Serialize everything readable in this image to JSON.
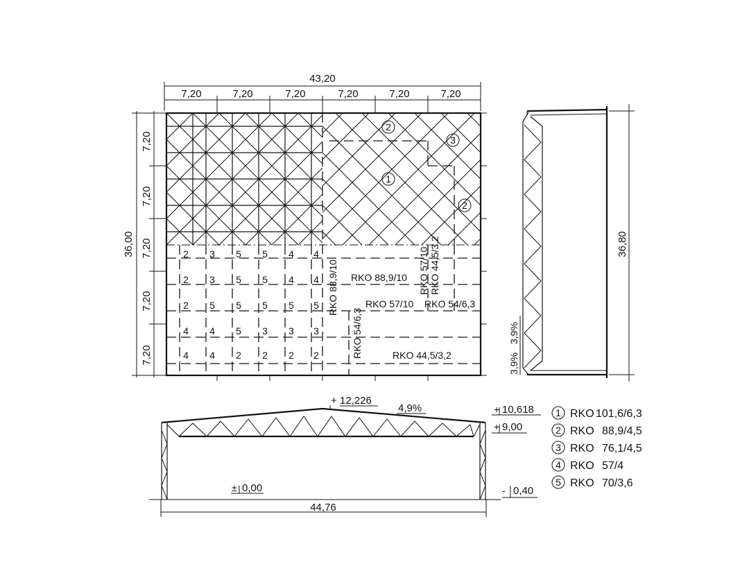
{
  "plan": {
    "top_total": "43,20",
    "top_bays": [
      "7,20",
      "7,20",
      "7,20",
      "7,20",
      "7,20",
      "7,20"
    ],
    "left_total": "36,00",
    "left_bays": [
      "7,20",
      "7,20",
      "7,20",
      "7,20",
      "7,20"
    ],
    "callouts": [
      "2",
      "3",
      "1",
      "2"
    ],
    "member_numbers": [
      [
        "2",
        "3",
        "5",
        "5",
        "4",
        "4"
      ],
      [
        "2",
        "3",
        "5",
        "5",
        "4",
        "4"
      ],
      [
        "2",
        "5",
        "5",
        "5",
        "5",
        "5"
      ],
      [
        "4",
        "4",
        "5",
        "3",
        "3",
        "3"
      ],
      [
        "4",
        "4",
        "2",
        "2",
        "2",
        "2"
      ]
    ],
    "labels": {
      "rko_88_9_10_vert": "RKO 88,9/10",
      "rko_88_9_10": "RKO 88,9/10",
      "rko_57_10_vert": "RKO 57/10",
      "rko_44_5_3_2_vert": "RKO 44,5/3,2",
      "rko_57_10": "RKO 57/10",
      "rko_54_6_3": "RKO 54/6,3",
      "rko_54_6_3_vert": "RKO 54/6,3",
      "rko_44_5_3_2": "RKO 44,5/3,2"
    }
  },
  "side": {
    "height": "36,80",
    "slope_upper": "3,9%",
    "slope_lower": "3,9%"
  },
  "section": {
    "ridge_level": "12,226",
    "ridge_sign": "+",
    "slope": "4,9%",
    "eaves_upper": "10,618",
    "eaves_upper_sign": "+",
    "eaves_lower": "9,00",
    "eaves_lower_sign": "+",
    "floor_level": "0,00",
    "floor_sign": "±",
    "foundation_level": "0,40",
    "foundation_sign": "-",
    "span": "44,76"
  },
  "legend": [
    {
      "num": "1",
      "name": "RKO",
      "size": "101,6/6,3"
    },
    {
      "num": "2",
      "name": "RKO",
      "size": "88,9/4,5"
    },
    {
      "num": "3",
      "name": "RKO",
      "size": "76,1/4,5"
    },
    {
      "num": "4",
      "name": "RKO",
      "size": "57/4"
    },
    {
      "num": "5",
      "name": "RKO",
      "size": "70/3,6"
    }
  ]
}
